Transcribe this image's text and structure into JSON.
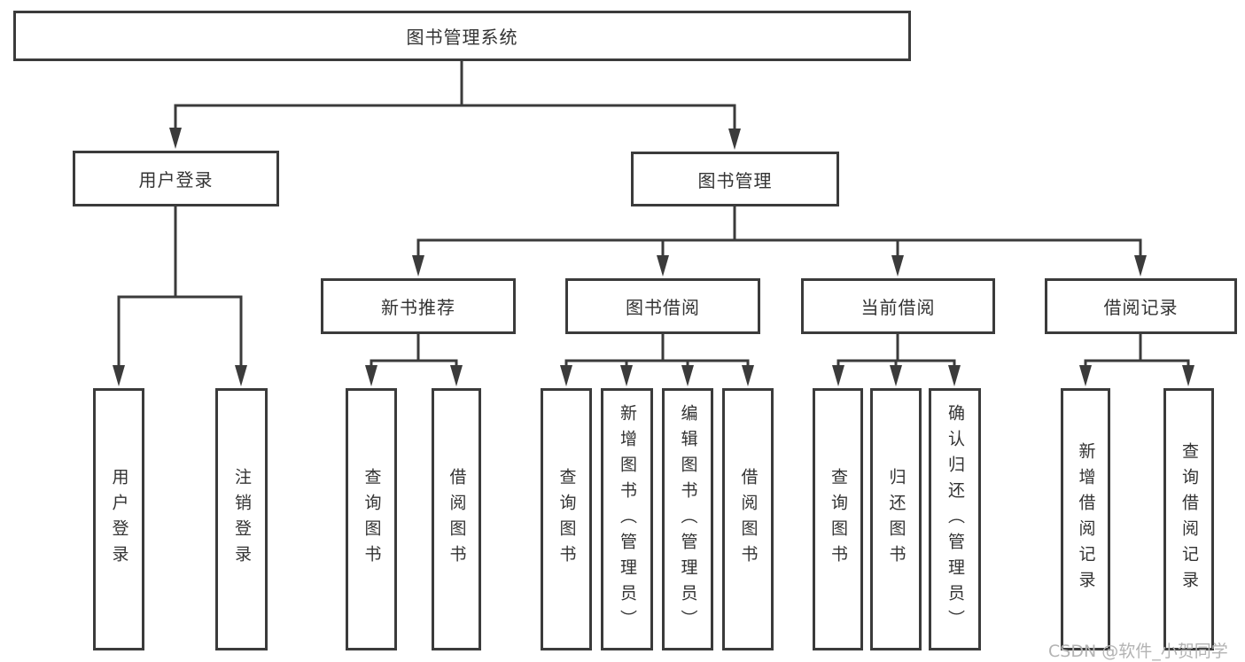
{
  "tree": {
    "root": {
      "label": "图书管理系统",
      "children": [
        {
          "label": "用户登录",
          "children": [
            {
              "label": "用户登录"
            },
            {
              "label": "注销登录"
            }
          ]
        },
        {
          "label": "图书管理",
          "children": [
            {
              "label": "新书推荐",
              "children": [
                {
                  "label": "查询图书"
                },
                {
                  "label": "借阅图书"
                }
              ]
            },
            {
              "label": "图书借阅",
              "children": [
                {
                  "label": "查询图书"
                },
                {
                  "label": "新增图书（管理员）"
                },
                {
                  "label": "编辑图书（管理员）"
                },
                {
                  "label": "借阅图书"
                }
              ]
            },
            {
              "label": "当前借阅",
              "children": [
                {
                  "label": "查询图书"
                },
                {
                  "label": "归还图书"
                },
                {
                  "label": "确认归还（管理员）"
                }
              ]
            },
            {
              "label": "借阅记录",
              "children": [
                {
                  "label": "新增借阅记录"
                },
                {
                  "label": "查询借阅记录"
                }
              ]
            }
          ]
        }
      ]
    }
  },
  "watermark": {
    "text": "CSDN @软件_小贺同学"
  },
  "colors": {
    "line": "#3b3b3b",
    "text": "#333333",
    "watermark": "#b3b3b3",
    "background": "#ffffff"
  }
}
